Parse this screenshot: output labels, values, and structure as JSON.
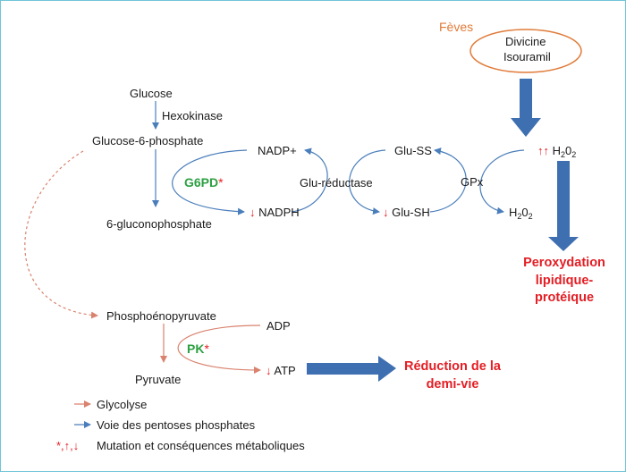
{
  "feves": {
    "title": "Fèves",
    "line1": "Divicine",
    "line2": "Isouramil"
  },
  "glycolysis": {
    "glucose": "Glucose",
    "hexokinase": "Hexokinase",
    "g6p": "Glucose-6-phosphate",
    "gluconophosphate": "6-gluconophosphate",
    "g6pd": "G6PD",
    "g6pd_star": "*",
    "pep": "Phosphoénopyruvate",
    "pyruvate": "Pyruvate",
    "pk": "PK",
    "pk_star": "*",
    "adp": "ADP",
    "atp_arrow": "↓",
    "atp": "ATP"
  },
  "redox": {
    "nadp_plus": "NADP+",
    "nadph_arrow": "↓",
    "nadph": "NADPH",
    "glu_reductase": "Glu-réductase",
    "glu_ss": "Glu-SS",
    "glu_sh_arrow": "↓",
    "glu_sh": "Glu-SH",
    "gpx": "GPx",
    "h2o2_top_arrows": "↑↑",
    "h2o2_top_main": "H",
    "h2o2_top_sub1": "2",
    "h2o2_top_mid": "0",
    "h2o2_top_sub2": "2",
    "h2o2_bottom_main": "H",
    "h2o2_bottom_sub1": "2",
    "h2o2_bottom_mid": "0",
    "h2o2_bottom_sub2": "2"
  },
  "outcomes": {
    "peroxydation_l1": "Peroxydation",
    "peroxydation_l2": "lipidique-",
    "peroxydation_l3": "protéique",
    "reduction_l1": "Réduction de la",
    "reduction_l2": "demi-vie"
  },
  "legend": {
    "glycolyse": "Glycolyse",
    "pentoses": "Voie des pentoses phosphates",
    "mutation_symbols": "*,↑,↓",
    "mutation": "Mutation et conséquences métaboliques"
  },
  "colors": {
    "glycolysis_arrow": "#d9826e",
    "pentose_arrow": "#4a7ebb",
    "big_arrow": "#3e6fb0",
    "red": "#e31e24",
    "green": "#2ea043",
    "orange": "#e07b39",
    "border": "#6fc3d8"
  }
}
